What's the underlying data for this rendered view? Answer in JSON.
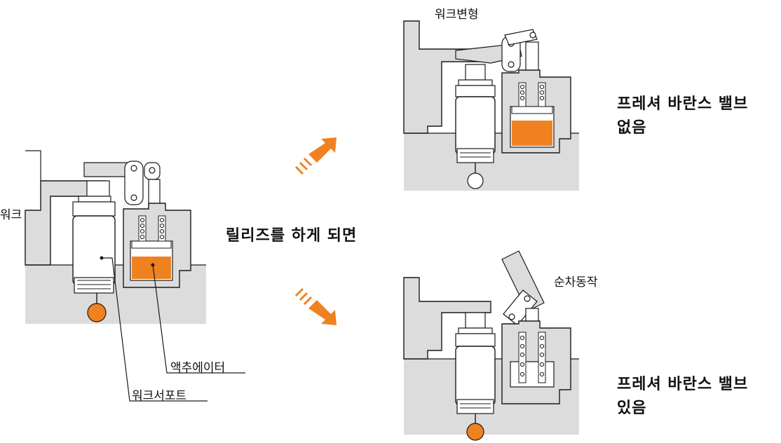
{
  "labels": {
    "workpiece": "워크",
    "actuator": "액추에이터",
    "work_support": "워크서포트",
    "middle_caption": "릴리즈를 하게 되면",
    "top_case_label": "워크변형",
    "bottom_case_label": "순차동작",
    "top_result_line1": "프레셔 바란스 밸브",
    "top_result_line2": "없음",
    "bottom_result_line1": "프레셔 바란스 밸브",
    "bottom_result_line2": "있음"
  },
  "colors": {
    "oil": "#f08121",
    "body_gray": "#dcdcdc",
    "outline": "#1a1a1a",
    "arrow": "#f08121"
  },
  "icons": {
    "up_arrow": "arrow-up-right-icon",
    "down_arrow": "arrow-down-right-icon"
  }
}
